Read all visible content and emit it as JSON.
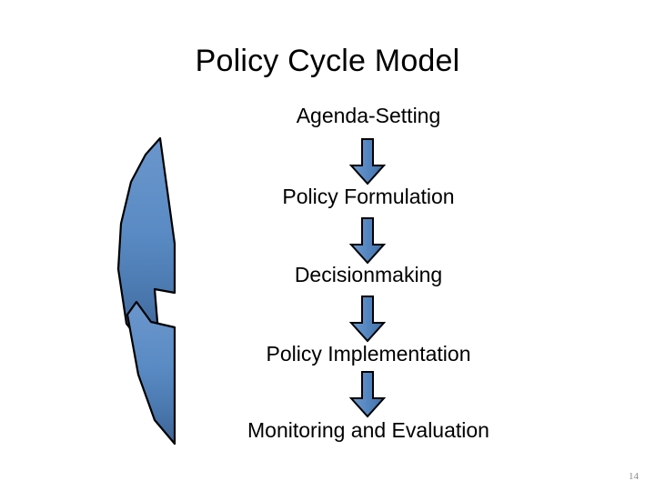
{
  "slide": {
    "title": "Policy Cycle Model",
    "page_number": "14",
    "background_color": "#FFFFFF",
    "title_color": "#000000"
  },
  "diagram": {
    "type": "cycle-flow",
    "stages": [
      {
        "label": "Agenda-Setting"
      },
      {
        "label": "Policy Formulation"
      },
      {
        "label": "Decisionmaking"
      },
      {
        "label": "Policy Implementation"
      },
      {
        "label": "Monitoring and Evaluation"
      }
    ],
    "connectors": [
      {
        "name": "arrow-agenda-to-formulation",
        "direction": "down"
      },
      {
        "name": "arrow-formulation-to-decisionmaking",
        "direction": "down"
      },
      {
        "name": "arrow-decisionmaking-to-implementation",
        "direction": "down"
      },
      {
        "name": "arrow-implementation-to-monitoring",
        "direction": "down"
      }
    ],
    "feedback_arrow": {
      "name": "curved-feedback-arrow",
      "direction": "up",
      "description": "Large curved arrow on the left looping from Monitoring and Evaluation back up to Agenda-Setting"
    },
    "colors": {
      "arrow_fill_light": "#6391C8",
      "arrow_fill_mid": "#4F7FBC",
      "arrow_fill_dark": "#3F6495",
      "arrow_outline": "#000000",
      "page_number_color": "#8C8C8C"
    }
  }
}
